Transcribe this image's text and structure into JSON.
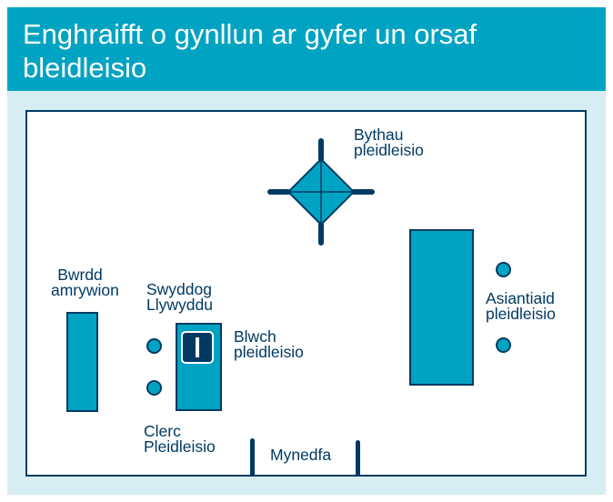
{
  "title": "Enghraifft o gynllun ar gyfer un orsaf bleidleisio",
  "labels": {
    "booths": "Bythau\npleidleisio",
    "misc_table": "Bwrdd\namrywion",
    "presiding_officer": "Swyddog\nLlywyddu",
    "ballot_box": "Blwch\npleidleisio",
    "polling_agents": "Asiantiaid\npleidleisio",
    "poll_clerk": "Clerc\nPleidleisio",
    "entrance": "Mynedfa"
  },
  "colors": {
    "header": "#00a3c2",
    "accent": "#00a3c2",
    "outline": "#003a63",
    "panel": "#d6eef3"
  }
}
